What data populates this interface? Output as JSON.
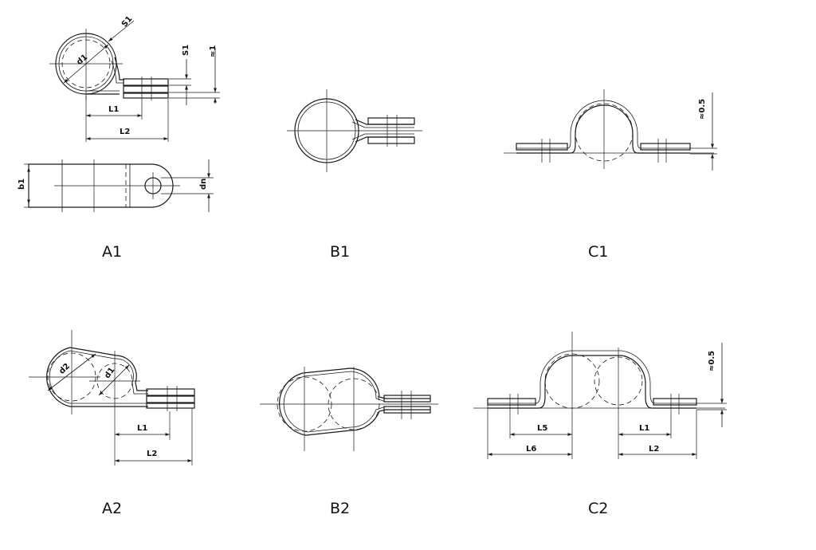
{
  "figures": {
    "a1": {
      "caption": "A1",
      "d1": "d1",
      "s1_diag": "S1",
      "s1_vert": "S1",
      "approx1": "≈1",
      "l1": "L1",
      "l2": "L2",
      "b1": "b1",
      "dn": "dn"
    },
    "b1": {
      "caption": "B1"
    },
    "c1": {
      "caption": "C1",
      "approx05": "≈0.5"
    },
    "a2": {
      "caption": "A2",
      "d2": "d2",
      "d1": "d1",
      "l1": "L1",
      "l2": "L2"
    },
    "b2": {
      "caption": "B2"
    },
    "c2": {
      "caption": "C2",
      "approx05": "≈0.5",
      "l5": "L5",
      "l6": "L6",
      "l1": "L1",
      "l2": "L2"
    }
  }
}
